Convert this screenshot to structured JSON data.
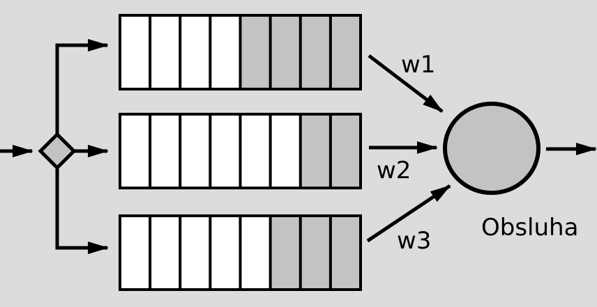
{
  "diagram": {
    "colors": {
      "background": "#dcdcdc",
      "stroke": "#000000",
      "filled_slot": "#c3c3c3",
      "empty_slot": "#ffffff",
      "server": "#c3c3c3",
      "router": "#c3c3c3"
    },
    "queues": [
      {
        "slots": 8,
        "filled": 4,
        "weight_label": "w1"
      },
      {
        "slots": 8,
        "filled": 2,
        "weight_label": "w2"
      },
      {
        "slots": 8,
        "filled": 3,
        "weight_label": "w3"
      }
    ],
    "server_label": "Obsluha"
  }
}
